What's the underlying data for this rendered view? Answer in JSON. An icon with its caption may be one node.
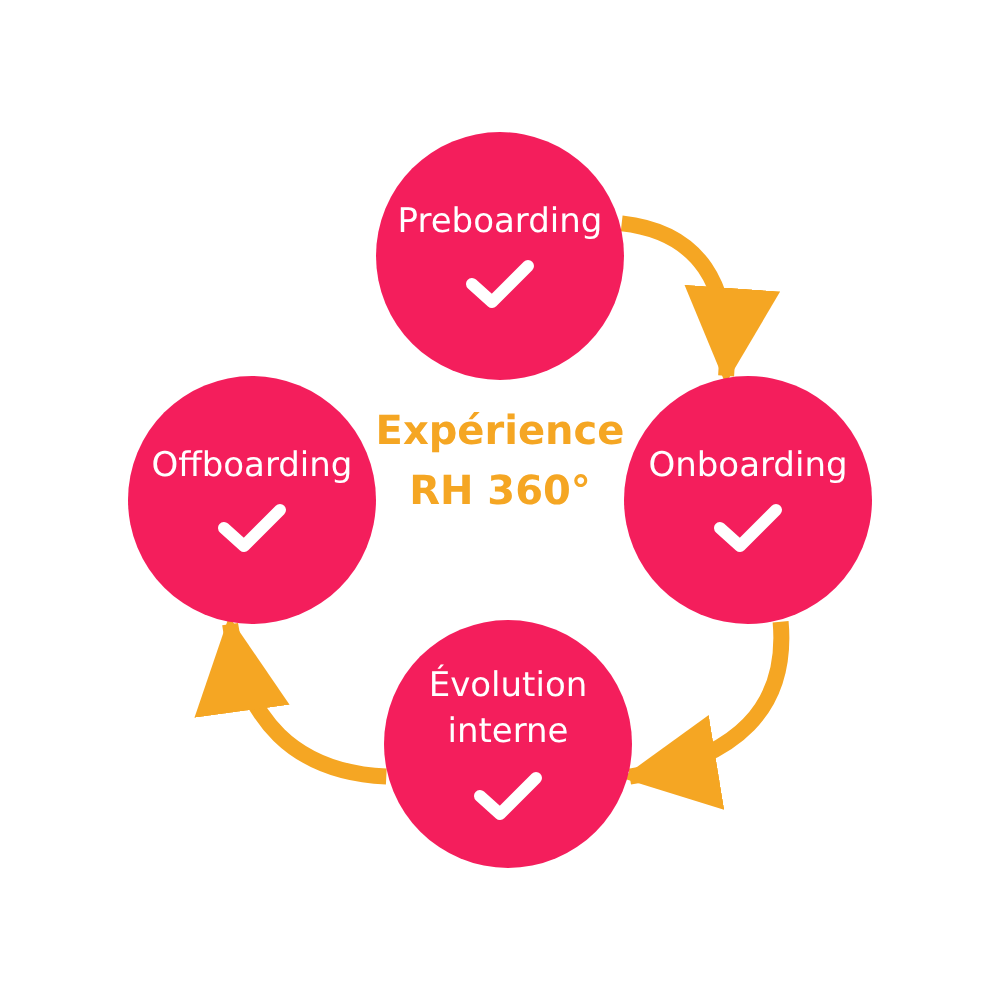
{
  "diagram": {
    "nodes": [
      {
        "text": [
          "Preboarding"
        ]
      },
      {
        "text": [
          "Onboarding"
        ]
      },
      {
        "text": [
          "Évolution interne"
        ]
      },
      {
        "text": [
          "Offboarding"
        ]
      }
    ],
    "edges": [
      {
        "from": 0,
        "to": 1,
        "arrow": "to"
      },
      {
        "from": 1,
        "to": 2,
        "arrow": "to"
      },
      {
        "from": 2,
        "to": 3,
        "arrow": "to"
      }
    ],
    "labels": [
      "Expérience RH 360°"
    ]
  }
}
